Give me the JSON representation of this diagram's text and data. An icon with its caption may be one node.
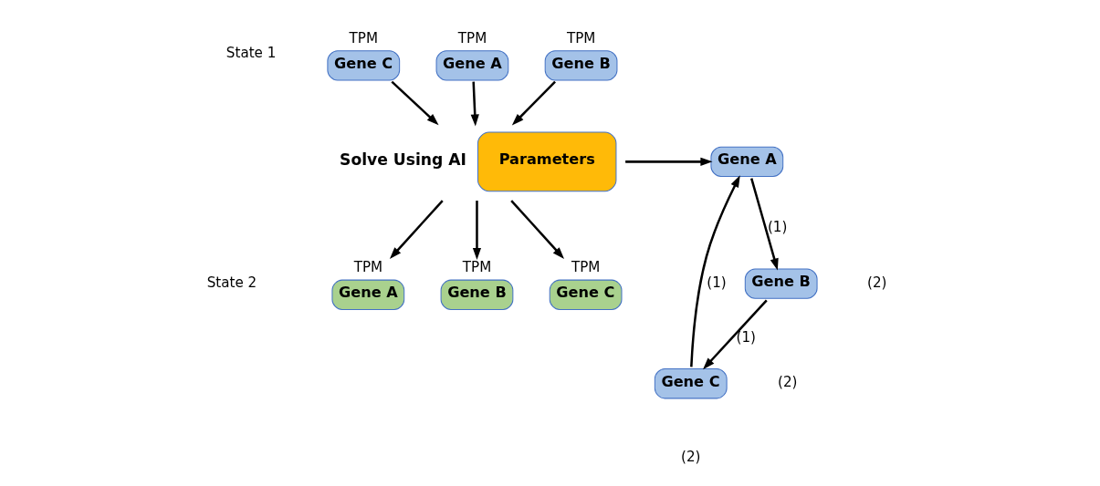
{
  "diagram": {
    "nodes": [
      {
        "text": [
          "Gene A"
        ],
        "beside": [
          "TPM"
        ]
      },
      {
        "text": [
          "Gene B"
        ],
        "beside": [
          "TPM"
        ]
      },
      {
        "text": [
          "Gene C"
        ],
        "beside": [
          "TPM"
        ]
      },
      {
        "text": [
          "Parameters"
        ],
        "beside": [
          "Solve Using AI"
        ]
      },
      {
        "text": [
          "Gene A"
        ],
        "beside": [
          "TPM"
        ]
      },
      {
        "text": [
          "Gene B"
        ],
        "beside": [
          "TPM"
        ]
      },
      {
        "text": [
          "Gene C"
        ],
        "beside": [
          "TPM"
        ]
      },
      {
        "text": [
          "Gene B"
        ]
      },
      {
        "text": [
          "Gene A"
        ]
      },
      {
        "text": [
          "Gene C"
        ]
      }
    ],
    "edges": [
      {
        "from": 0,
        "to": 3,
        "arrow": "to"
      },
      {
        "from": 1,
        "to": 3,
        "arrow": "to"
      },
      {
        "from": 2,
        "to": 3,
        "arrow": "to"
      },
      {
        "from": 3,
        "to": 4,
        "arrow": "to"
      },
      {
        "from": 3,
        "to": 5,
        "arrow": "to"
      },
      {
        "from": 3,
        "to": 6,
        "arrow": "to"
      },
      {
        "from": 3,
        "to": 8,
        "arrow": "to"
      },
      {
        "from": 8,
        "to": 7,
        "arrow": "to",
        "label": "(1)"
      },
      {
        "from": 7,
        "to": 9,
        "arrow": "to",
        "label": "(1)"
      },
      {
        "from": 9,
        "to": 8,
        "arrow": "to",
        "label": "(1)"
      }
    ],
    "labels": [
      "State 1",
      "(2)",
      "(2)",
      "(2)",
      "State 2"
    ]
  }
}
